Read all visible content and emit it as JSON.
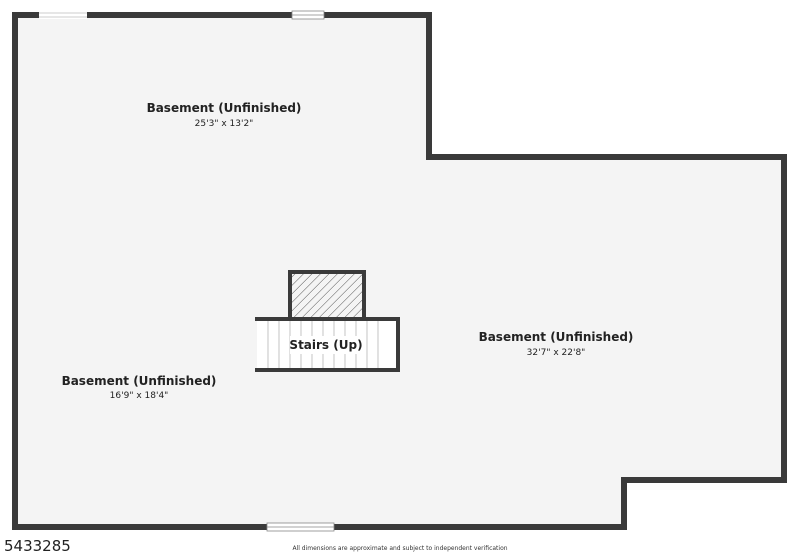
{
  "plan": {
    "rooms": [
      {
        "name": "Basement (Unfinished)",
        "dimensions": "25'3\" x 13'2\""
      },
      {
        "name": "Basement (Unfinished)",
        "dimensions": "32'7\" x 22'8\""
      },
      {
        "name": "Basement (Unfinished)",
        "dimensions": "16'9\" x 18'4\""
      }
    ],
    "stairs": {
      "label": "Stairs (Up)"
    },
    "colors": {
      "wall": "#3a3a3a",
      "floor": "#f4f4f4",
      "window": "#ffffff"
    }
  },
  "footer": {
    "listing_id": "5433285",
    "disclaimer": "All dimensions are approximate and subject to independent verification"
  }
}
